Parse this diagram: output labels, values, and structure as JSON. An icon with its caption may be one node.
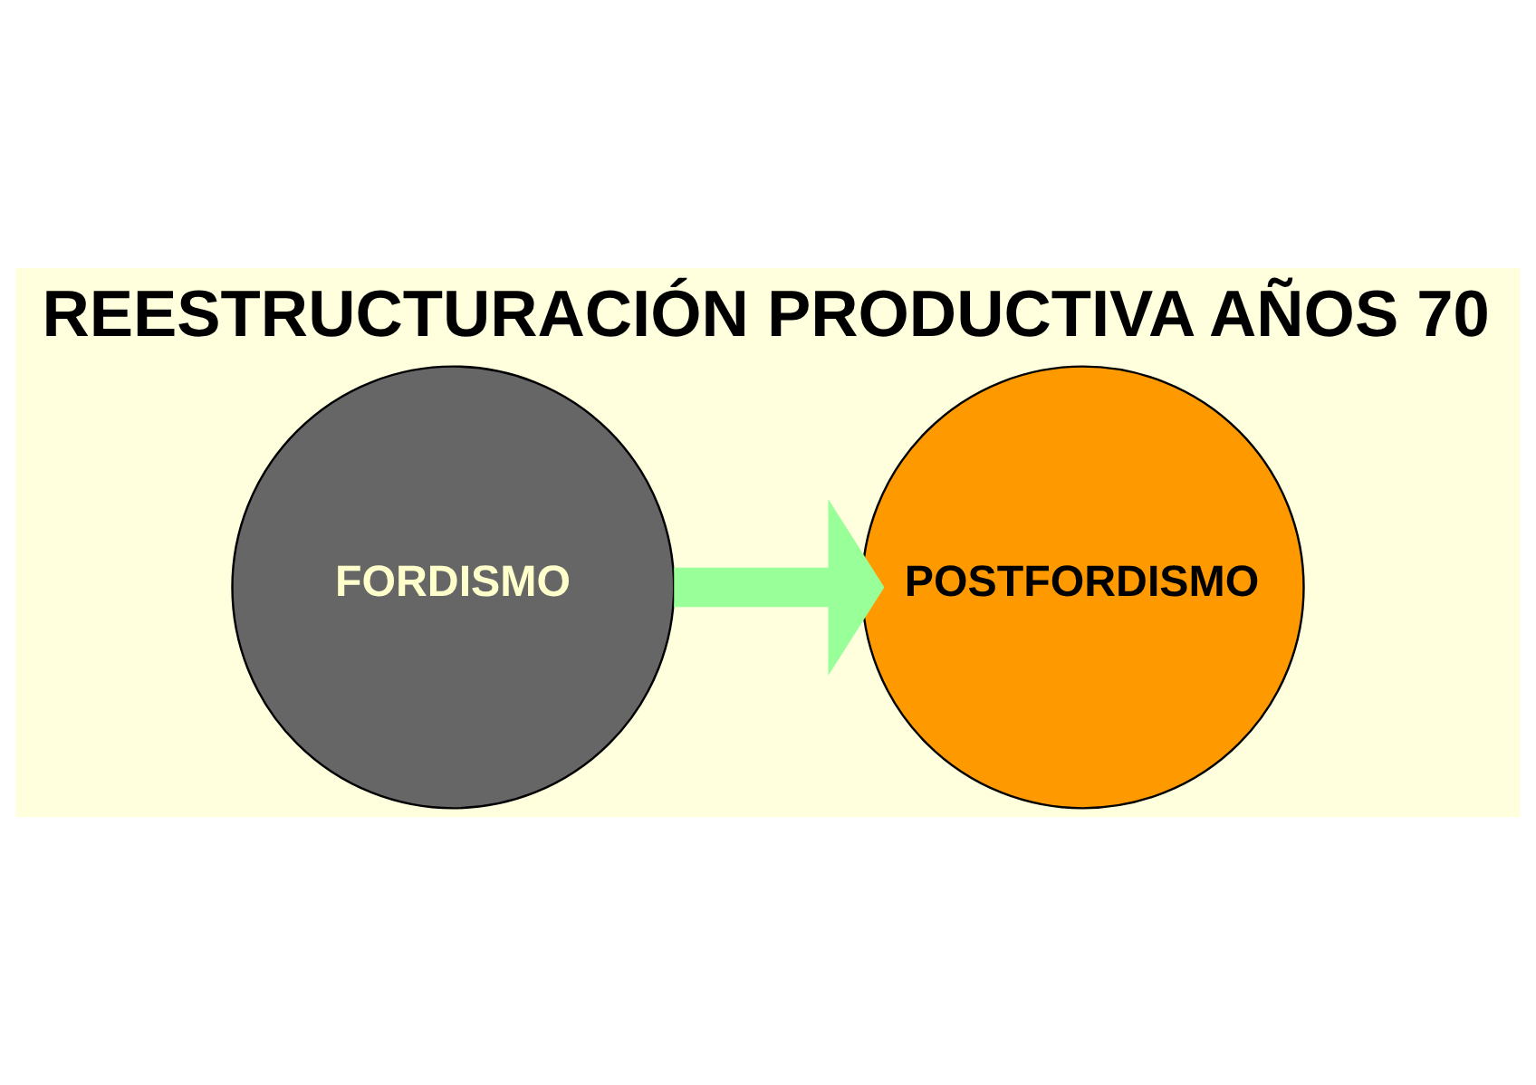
{
  "diagram": {
    "title": "REESTRUCTURACIÓN PRODUCTIVA AÑOS 70",
    "nodes": [
      {
        "text": [
          "FORDISMO"
        ]
      },
      {
        "text": [
          "POSTFORDISMO"
        ]
      }
    ],
    "edges": [
      {
        "from": 0,
        "to": 1,
        "arrow": "to",
        "color": "#99ff99"
      }
    ]
  }
}
